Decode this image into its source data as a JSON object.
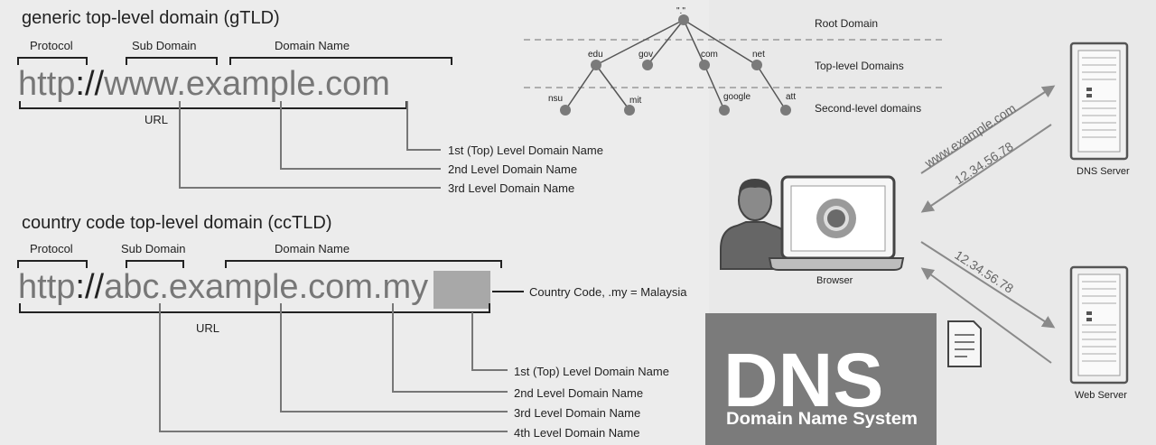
{
  "gtld": {
    "heading": "generic top-level domain (gTLD)",
    "protocol_label": "Protocol",
    "subdomain_label": "Sub Domain",
    "domain_name_label": "Domain Name",
    "url_scheme": "http",
    "url_sep": "://",
    "url_sub": "www",
    "url_domain": ".example",
    "url_tld": ".com",
    "url_label": "URL",
    "level1": "1st (Top) Level Domain Name",
    "level2": "2nd Level Domain Name",
    "level3": "3rd Level Domain Name"
  },
  "cctld": {
    "heading": "country code top-level domain (ccTLD)",
    "protocol_label": "Protocol",
    "subdomain_label": "Sub Domain",
    "domain_name_label": "Domain Name",
    "url_scheme": "http",
    "url_sep": "://",
    "url_sub": "abc",
    "url_domain": ".example",
    "url_sld": ".com",
    "url_cc": ".my",
    "country_code_note": "Country Code, .my = Malaysia",
    "url_label": "URL",
    "level1": "1st (Top) Level Domain Name",
    "level2": "2nd Level Domain Name",
    "level3": "3rd Level Domain Name",
    "level4": "4th Level Domain Name"
  },
  "tree": {
    "root": "\".\"",
    "root_label": "Root Domain",
    "tld_label": "Top-level Domains",
    "sld_label": "Second-level domains",
    "tlds": [
      "edu",
      "gov",
      "com",
      "net"
    ],
    "slds": [
      "nsu",
      "mit",
      "google",
      "att"
    ]
  },
  "flow": {
    "query": "www.example.com",
    "answer_ip": "12.34.56.78",
    "request_ip": "12.34.56.78",
    "dns_server": "DNS Server",
    "browser": "Browser",
    "web_server": "Web Server"
  },
  "logo": {
    "big": "DNS",
    "small": "Domain Name System"
  },
  "colors": {
    "background": "#ececec",
    "ink": "#222222",
    "grey_text": "#777777",
    "cc_highlight": "#a8a8a8",
    "logo_bg": "#7b7b7b"
  }
}
